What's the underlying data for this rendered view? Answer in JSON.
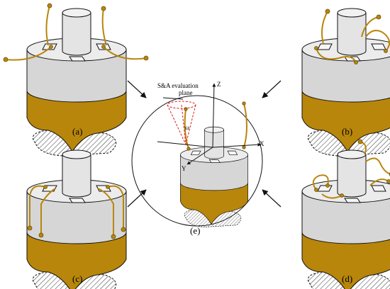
{
  "labels": {
    "a": "(a)",
    "b": "(b)",
    "c": "(c)",
    "d": "(d)",
    "e": "(e)"
  },
  "center": {
    "plane_line1": "S&A evaluation",
    "plane_line2": "plane",
    "axis_x": "X",
    "axis_y": "Y",
    "axis_z": "Z",
    "angle": "ω"
  },
  "colors": {
    "gold": "#b8860b",
    "body_top": "#ececec",
    "body_side": "#d6d6d6",
    "pillar": "#e4e4e4",
    "cone": "#e0191f"
  }
}
